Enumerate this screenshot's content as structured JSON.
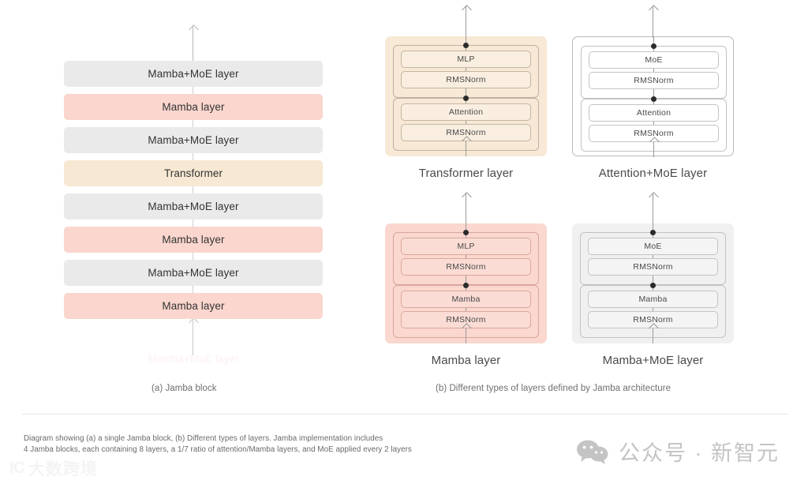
{
  "figure": {
    "jamba_block": {
      "caption": "(a) Jamba block",
      "ghost_label": "Mamba+MoE layer",
      "bars": [
        {
          "label": "Mamba+MoE layer",
          "kind": "moe",
          "color": "#eaeaea"
        },
        {
          "label": "Mamba layer",
          "kind": "mamba",
          "color": "#fad6ce"
        },
        {
          "label": "Mamba+MoE layer",
          "kind": "moe",
          "color": "#eaeaea"
        },
        {
          "label": "Transformer",
          "kind": "transf",
          "color": "#f6e8d2"
        },
        {
          "label": "Mamba+MoE layer",
          "kind": "moe",
          "color": "#eaeaea"
        },
        {
          "label": "Mamba layer",
          "kind": "mamba",
          "color": "#fad6ce"
        },
        {
          "label": "Mamba+MoE layer",
          "kind": "moe",
          "color": "#eaeaea"
        },
        {
          "label": "Mamba layer",
          "kind": "mamba",
          "color": "#fad6ce"
        }
      ]
    },
    "layer_types": {
      "caption": "(b) Different types of layers defined by Jamba architecture",
      "panels": [
        {
          "label": "Transformer layer",
          "fill": "fill-beige",
          "color": "#f7e9d5",
          "modules": [
            "MLP",
            "RMSNorm",
            "Attention",
            "RMSNorm"
          ]
        },
        {
          "label": "Attention+MoE layer",
          "fill": "outline",
          "color": "#ffffff",
          "modules": [
            "MoE",
            "RMSNorm",
            "Attention",
            "RMSNorm"
          ]
        },
        {
          "label": "Mamba layer",
          "fill": "fill-pink",
          "color": "#fad7cf",
          "modules": [
            "MLP",
            "RMSNorm",
            "Mamba",
            "RMSNorm"
          ]
        },
        {
          "label": "Mamba+MoE layer",
          "fill": "fill-gray",
          "color": "#f0f0f0",
          "modules": [
            "MoE",
            "RMSNorm",
            "Mamba",
            "RMSNorm"
          ]
        }
      ]
    }
  },
  "footer": {
    "caption_line1": "Diagram showing (a) a single Jamba block, (b) Different types of layers. Jamba implementation includes",
    "caption_line2": "4 Jamba blocks, each containing 8 layers, a 1/7 ratio of attention/Mamba layers, and MoE applied every 2 layers",
    "watermark_left_mark": "IC",
    "watermark_left_text": "大数跨境",
    "watermark_right_label": "公众号 · 新智元"
  }
}
